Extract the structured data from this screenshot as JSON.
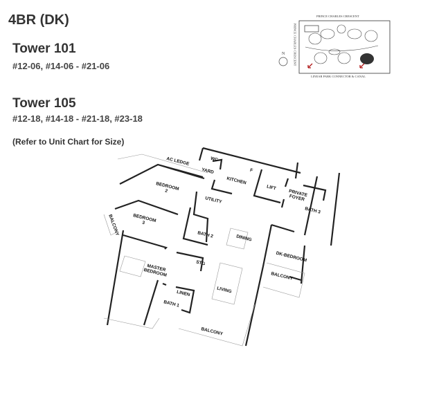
{
  "unit_type": "4BR (DK)",
  "towers": [
    {
      "name": "Tower 101",
      "units": "#12-06, #14-06 - #21-06"
    },
    {
      "name": "Tower 105",
      "units": "#12-18, #14-18 - #21-18, #23-18"
    }
  ],
  "note": "(Refer to Unit Chart for Size)",
  "key_plan": {
    "top_road": "PRINCE CHARLES CRESCENT",
    "left_road": "PRINCE CHARLES CRESCENT",
    "bottom_road": "LINEAR PARK CONNECTOR & CANAL",
    "north": "N",
    "marker_color": "#b01818"
  },
  "rooms": {
    "ac_ledge": "AC LEDGE",
    "wc": "WC",
    "yard": "YARD",
    "fridge": "F",
    "kitchen": "KITCHEN",
    "lift": "LIFT",
    "private_foyer": "PRIVATE\nFOYER",
    "bedroom2": "BEDROOM\n2",
    "utility": "UTILITY",
    "bath3": "BATH 3",
    "bedroom3": "BEDROOM\n3",
    "balcony_left": "BALCONY",
    "bath2": "BATH 2",
    "dining": "DINING",
    "dk_bedroom": "DK-BEDROOM",
    "master_bedroom": "MASTER\nBEDROOM",
    "stg": "STG",
    "balcony_right": "BALCONY",
    "linen": "LINEN",
    "living": "LIVING",
    "bath1": "BATH 1",
    "balcony_bottom": "BALCONY"
  }
}
